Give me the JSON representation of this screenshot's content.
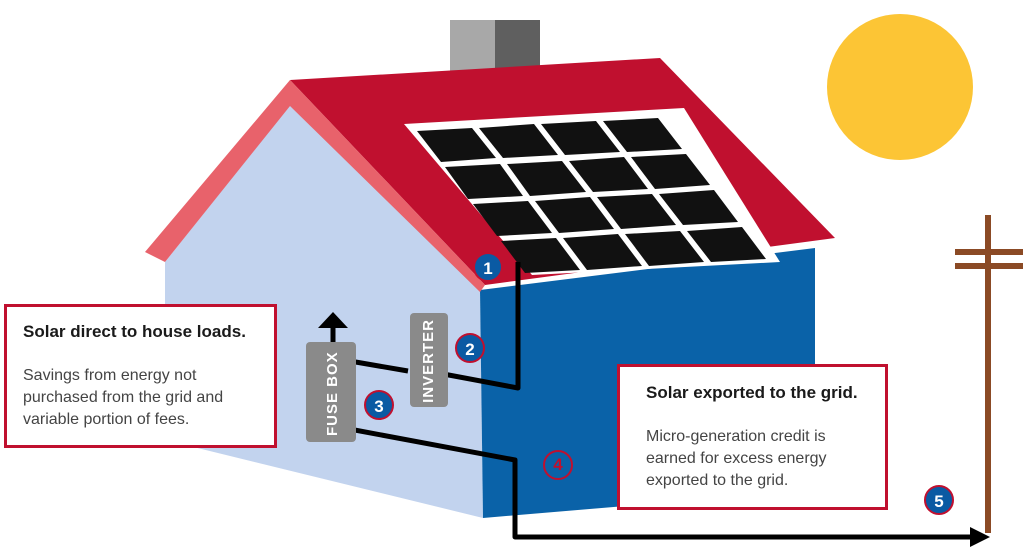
{
  "diagram": {
    "callouts": {
      "house_loads": {
        "heading": "Solar direct to house loads.",
        "body": "Savings from energy not purchased from the grid and variable portion of fees."
      },
      "grid_export": {
        "heading": "Solar exported to the grid.",
        "body": "Micro-generation credit is earned for excess energy exported to the grid."
      }
    },
    "components": {
      "fuse_box": "FUSE BOX",
      "inverter": "INVERTER"
    },
    "steps": [
      "1",
      "2",
      "3",
      "4",
      "5"
    ]
  },
  "colors": {
    "roof": "#c0102f",
    "roof_edge": "#e8626b",
    "wall_front": "#c2d3ee",
    "wall_side": "#0a62a8",
    "sun": "#fcc535",
    "panel": "#111111",
    "pole": "#8b4a25",
    "chimney": "#808080",
    "component_box": "#8a8a8a",
    "wire": "#000000",
    "callout_border": "#c0102f"
  }
}
